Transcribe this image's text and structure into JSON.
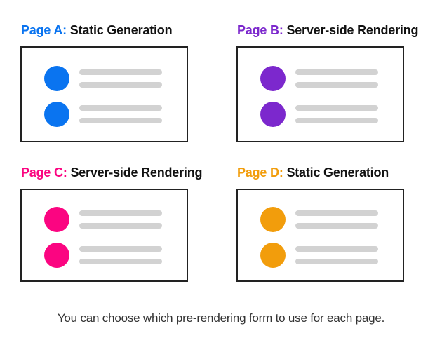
{
  "panels": [
    {
      "id": "A",
      "label": "Page A:",
      "mode": "Static Generation",
      "color": "#0a74f0"
    },
    {
      "id": "B",
      "label": "Page B:",
      "mode": "Server-side Rendering",
      "color": "#7c28cd"
    },
    {
      "id": "C",
      "label": "Page C:",
      "mode": "Server-side Rendering",
      "color": "#fb0581"
    },
    {
      "id": "D",
      "label": "Page D:",
      "mode": "Static Generation",
      "color": "#f29d0c"
    }
  ],
  "caption": "You can choose which pre-rendering form to use for each page.",
  "colors": {
    "background": "#ffffff",
    "box_border": "#222222",
    "skeleton_bar": "#d2d2d2",
    "title_text": "#111111",
    "caption_text": "#333333"
  }
}
